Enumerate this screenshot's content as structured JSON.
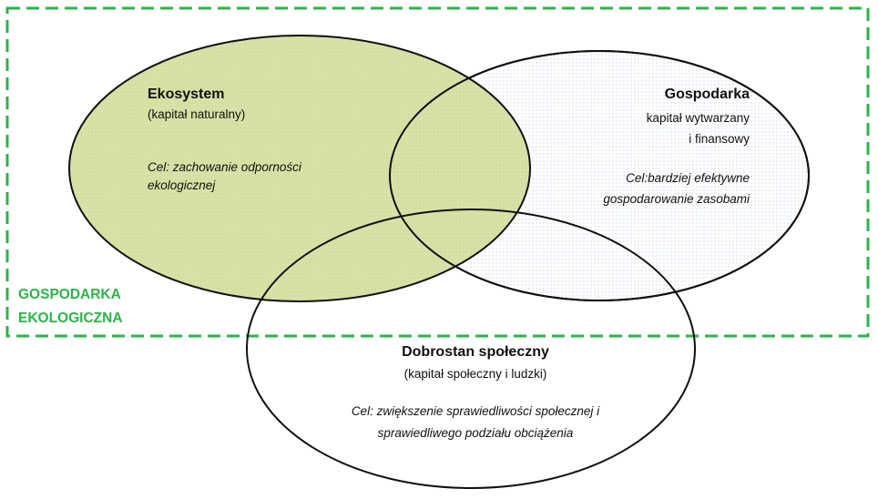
{
  "colors": {
    "frame": "#2db34a",
    "ecosystem_fill": "#d6dea0",
    "outline": "#111111",
    "dots": "#c9d6e6"
  },
  "frame": {
    "label_line1": "GOSPODARKA",
    "label_line2": "EKOLOGICZNA"
  },
  "ecosystem": {
    "title": "Ekosystem",
    "subtitle": "(kapitał naturalny)",
    "goal_line1": "Cel: zachowanie odporności",
    "goal_line2": "ekologicznej"
  },
  "economy": {
    "title": "Gospodarka",
    "subtitle_line1": "kapitał wytwarzany",
    "subtitle_line2": "i finansowy",
    "goal_line1": "Cel:bardziej efektywne",
    "goal_line2": "gospodarowanie zasobami"
  },
  "wellbeing": {
    "title": "Dobrostan społeczny",
    "subtitle": "(kapitał społeczny i ludzki)",
    "goal_line1": "Cel: zwiększenie sprawiedliwości społecznej i",
    "goal_line2": "sprawiedliwego podziału obciążenia"
  }
}
